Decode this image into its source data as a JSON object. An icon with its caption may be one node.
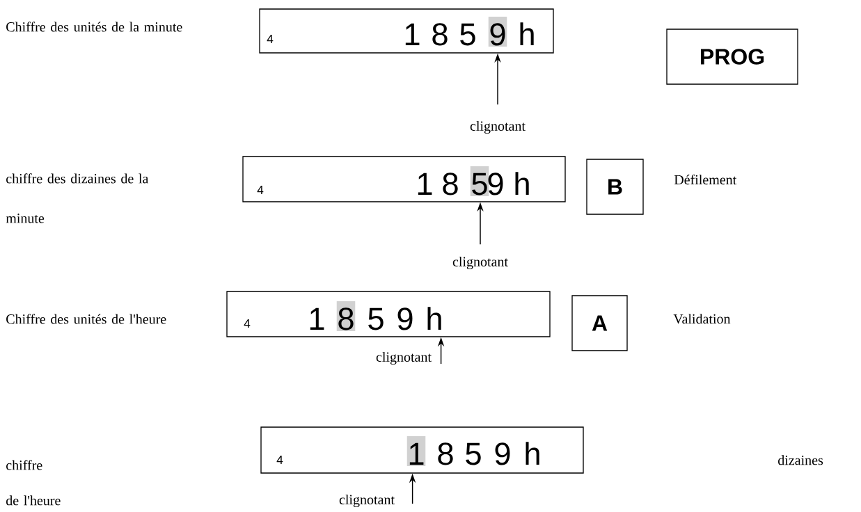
{
  "diagram": {
    "nodes": [
      {
        "text": [
          "4",
          "1",
          "8",
          "5",
          "9",
          "h"
        ]
      },
      {
        "text": [
          "PROG"
        ]
      },
      {
        "text": [
          "clignotant"
        ]
      },
      {
        "text": [
          "4",
          "1",
          "8",
          "5",
          "9",
          "h"
        ]
      },
      {
        "text": [
          "B"
        ],
        "beside": [
          "Défilement"
        ]
      },
      {
        "text": [
          "clignotant"
        ]
      },
      {
        "text": [
          "4",
          "1",
          "8",
          "5",
          "9",
          "h"
        ]
      },
      {
        "text": [
          "A"
        ],
        "beside": [
          "Validation"
        ]
      },
      {
        "text": [
          "clignotant"
        ]
      },
      {
        "text": [
          "4",
          "1",
          "8",
          "5",
          "9",
          "h"
        ]
      },
      {
        "text": [
          "clignotant"
        ]
      }
    ],
    "edges": [
      {
        "from": 2,
        "to": 0,
        "arrow": "to"
      },
      {
        "from": 5,
        "to": 3,
        "arrow": "to"
      },
      {
        "from": 8,
        "to": 6,
        "arrow": "to"
      },
      {
        "from": 10,
        "to": 9,
        "arrow": "to"
      }
    ],
    "labels": [
      "Chiffre des unités de la minute",
      "chiffre des dizaines de la minute",
      "Chiffre des unités de l'heure",
      "chiffre",
      "dizaines",
      "de l'heure"
    ]
  }
}
